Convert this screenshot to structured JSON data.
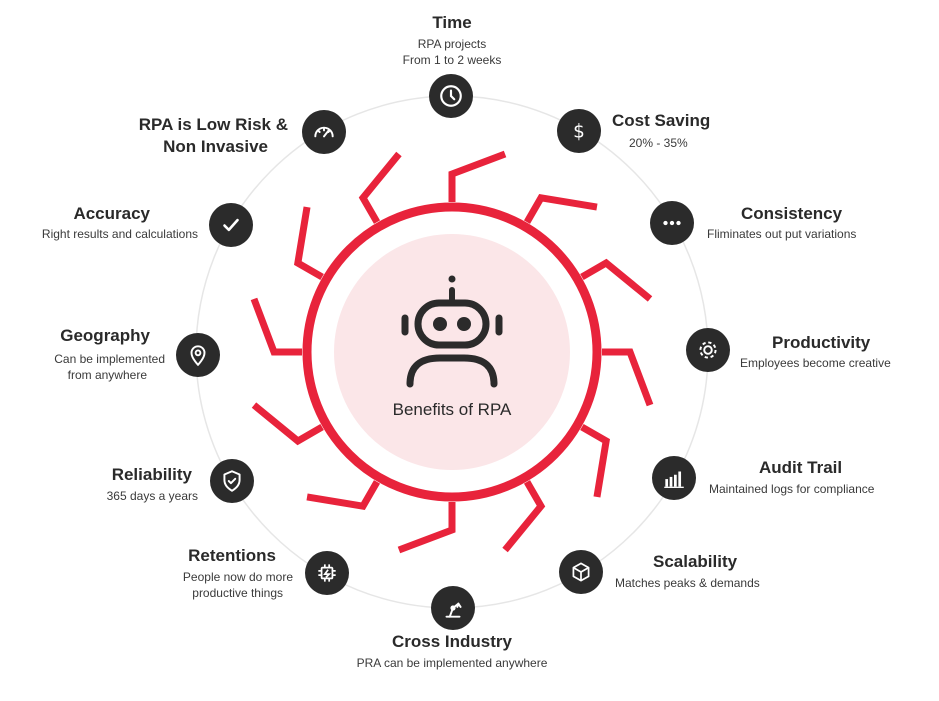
{
  "center": {
    "label": "Benefits of RPA",
    "icon": "robot-icon"
  },
  "colors": {
    "accent": "#e8233b",
    "center_fill": "#fbe6e8",
    "icon_bg": "#2b2b2b",
    "ring": "#e6e6e6"
  },
  "benefits": {
    "time": {
      "title": "Time",
      "desc_1": "RPA projects",
      "desc_2": "From 1 to 2 weeks",
      "icon": "clock-icon"
    },
    "cost_saving": {
      "title": "Cost Saving",
      "desc_1": "20% - 35%",
      "icon": "dollar-icon"
    },
    "consistency": {
      "title": "Consistency",
      "desc_1": "Fliminates out put variations",
      "icon": "ellipsis-icon"
    },
    "productivity": {
      "title": "Productivity",
      "desc_1": "Employees become creative",
      "icon": "gear-icon"
    },
    "audit_trail": {
      "title": "Audit Trail",
      "desc_1": "Maintained logs for compliance",
      "icon": "bar-chart-icon"
    },
    "scalability": {
      "title": "Scalability",
      "desc_1": "Matches peaks & demands",
      "icon": "cube-icon"
    },
    "cross_industry": {
      "title": "Cross Industry",
      "desc_1": "PRA can be implemented anywhere",
      "icon": "robot-arm-icon"
    },
    "retentions": {
      "title": "Retentions",
      "desc_1": "People now do more",
      "desc_2": "productive things",
      "icon": "chip-icon"
    },
    "reliability": {
      "title": "Reliability",
      "desc_1": "365 days a years",
      "icon": "shield-check-icon"
    },
    "geography": {
      "title": "Geography",
      "desc_1": "Can be implemented",
      "desc_2": "from anywhere",
      "icon": "location-pin-icon"
    },
    "accuracy": {
      "title": "Accuracy",
      "desc_1": "Right results and calculations",
      "icon": "checkmark-icon"
    },
    "low_risk": {
      "title_1": "RPA is Low Risk &",
      "title_2": "Non Invasive",
      "icon": "speedometer-icon"
    }
  }
}
